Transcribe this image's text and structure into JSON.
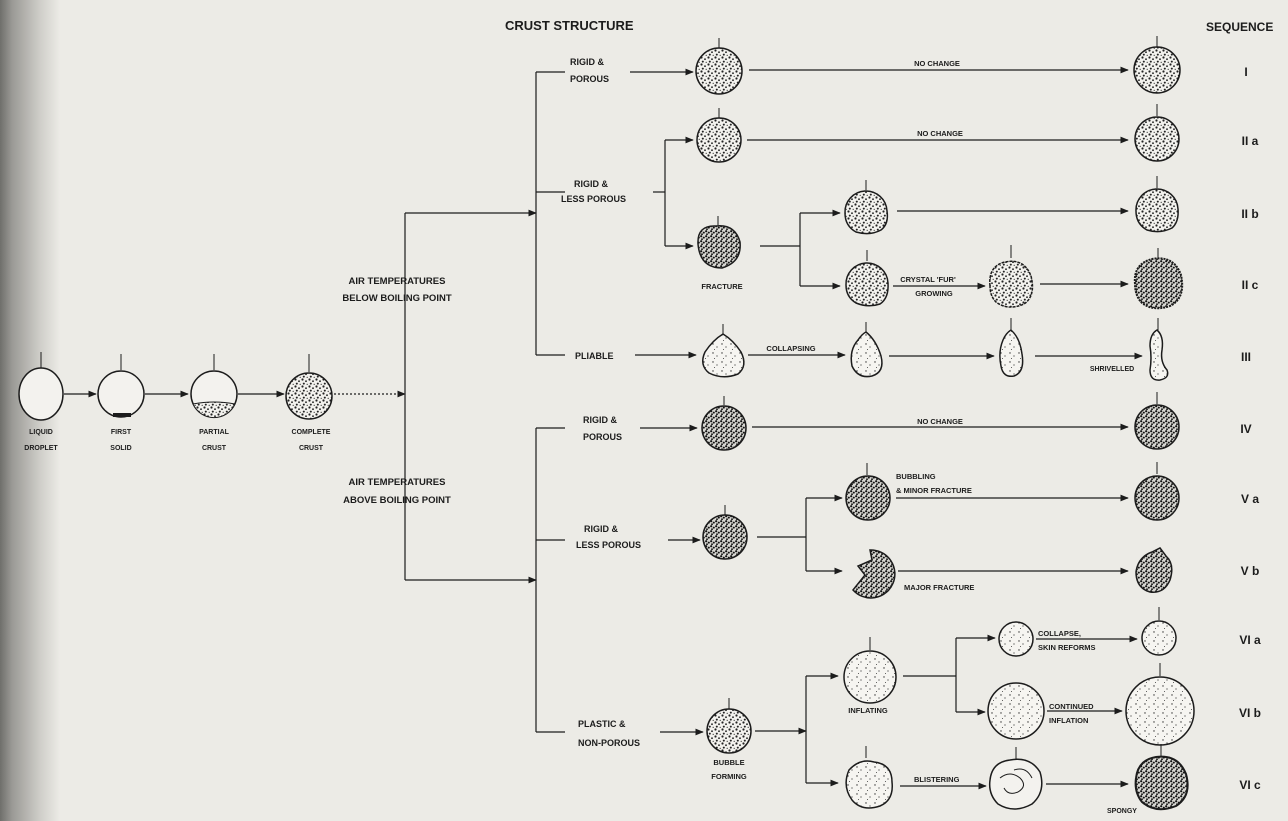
{
  "header": {
    "crust_structure": "CRUST STRUCTURE",
    "sequence": "SEQUENCE"
  },
  "stages": {
    "liquid_droplet": [
      "LIQUID",
      "DROPLET"
    ],
    "first_solid": [
      "FIRST",
      "SOLID"
    ],
    "partial_crust": [
      "PARTIAL",
      "CRUST"
    ],
    "complete_crust": [
      "COMPLETE",
      "CRUST"
    ]
  },
  "conditions": {
    "below": [
      "AIR TEMPERATURES",
      "BELOW BOILING POINT"
    ],
    "above": [
      "AIR TEMPERATURES",
      "ABOVE BOILING POINT"
    ]
  },
  "structures": {
    "rigid_porous_1": [
      "RIGID &",
      "POROUS"
    ],
    "rigid_less_porous_1": [
      "RIGID &",
      "LESS POROUS"
    ],
    "pliable": "PLIABLE",
    "rigid_porous_2": [
      "RIGID &",
      "POROUS"
    ],
    "rigid_less_porous_2": [
      "RIGID &",
      "LESS POROUS"
    ],
    "plastic_non_porous": [
      "PLASTIC &",
      "NON-POROUS"
    ]
  },
  "process_labels": {
    "no_change": "NO CHANGE",
    "fracture": "FRACTURE",
    "crystal_fur": [
      "CRYSTAL 'FUR'",
      "GROWING"
    ],
    "collapsing": "COLLAPSING",
    "shrivelled": "SHRIVELLED",
    "bubbling": [
      "BUBBLING",
      "& MINOR FRACTURE"
    ],
    "major_fracture": "MAJOR FRACTURE",
    "collapse_skin": [
      "COLLAPSE,",
      "SKIN REFORMS"
    ],
    "continued_inflation": [
      "CONTINUED",
      "INFLATION"
    ],
    "inflating": "INFLATING",
    "bubble_forming": [
      "BUBBLE",
      "FORMING"
    ],
    "blistering": "BLISTERING",
    "spongy": "SPONGY"
  },
  "sequence_labels": [
    "I",
    "II a",
    "II b",
    "II c",
    "III",
    "IV",
    "V a",
    "V b",
    "VI a",
    "VI b",
    "VI c"
  ],
  "colors": {
    "ink": "#1c1c1c",
    "paper": "#ecebe6"
  }
}
